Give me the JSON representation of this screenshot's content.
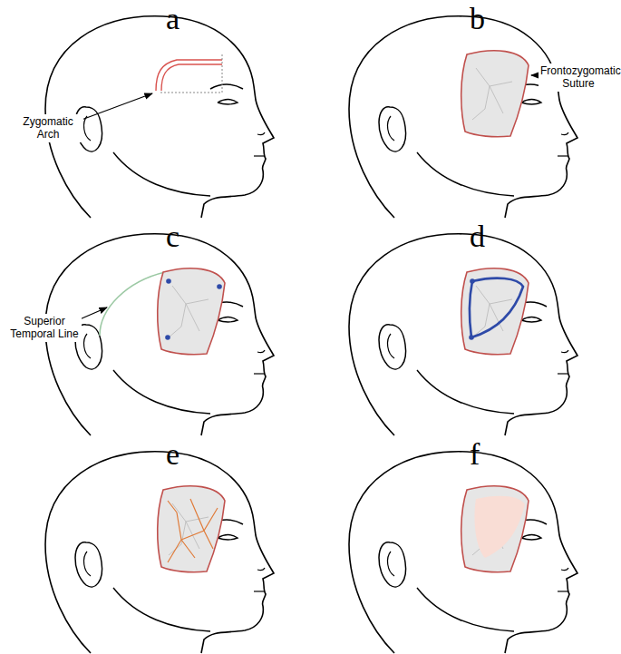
{
  "diagram": {
    "labels": [
      "a",
      "b",
      "c",
      "d",
      "e",
      "f",
      "Zygomatic Arch",
      "Frontozygomatic Suture",
      "Superior Temporal Line"
    ]
  }
}
